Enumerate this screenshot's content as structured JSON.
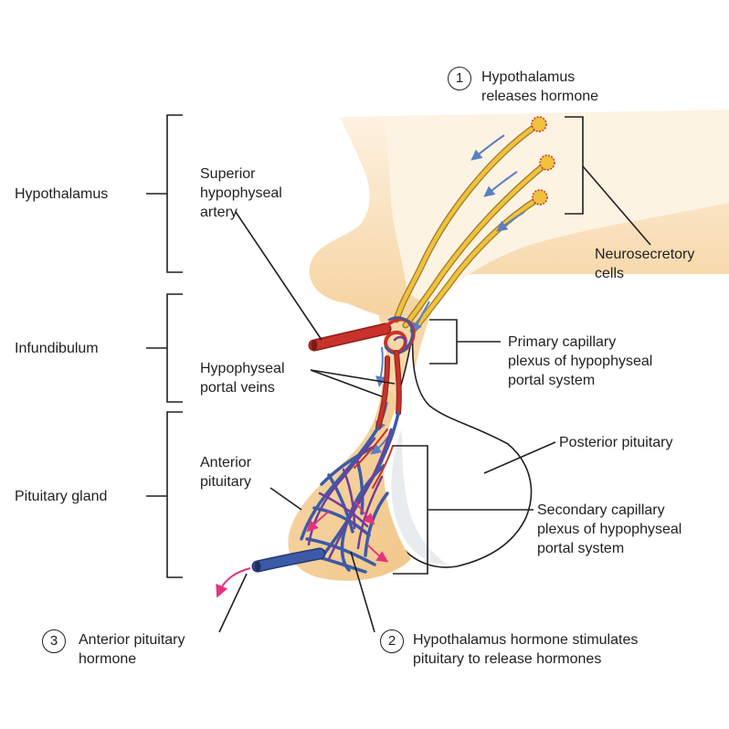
{
  "regions": {
    "hypothalamus": "Hypothalamus",
    "infundibulum": "Infundibulum",
    "pituitary_gland": "Pituitary gland"
  },
  "structures": {
    "superior_artery": [
      "Superior",
      "hypophyseal",
      "artery"
    ],
    "portal_veins": [
      "Hypophyseal",
      "portal veins"
    ],
    "anterior_pituitary": [
      "Anterior",
      "pituitary"
    ],
    "neurosecretory_cells": [
      "Neurosecretory",
      "cells"
    ],
    "primary_plexus": [
      "Primary capillary",
      "plexus of hypophyseal",
      "portal system"
    ],
    "posterior_pituitary": "Posterior pituitary",
    "secondary_plexus": [
      "Secondary capillary",
      "plexus of hypophyseal",
      "portal system"
    ]
  },
  "steps": [
    {
      "number": "1",
      "lines": [
        "Hypothalamus",
        "releases hormone"
      ]
    },
    {
      "number": "2",
      "lines": [
        "Hypothalamus hormone stimulates",
        "pituitary to release hormones"
      ]
    },
    {
      "number": "3",
      "lines": [
        "Anterior pituitary",
        "hormone"
      ]
    }
  ],
  "colors": {
    "tissue": "#f9d6a4",
    "tissue_light": "#fdf1dd",
    "artery": "#c8322a",
    "vein": "#3c5aa8",
    "capillary": "#6e3f97",
    "axon": "#f0c23c",
    "flow_arrow": "#5a7fc4",
    "hormone_arrow": "#e6327d"
  }
}
